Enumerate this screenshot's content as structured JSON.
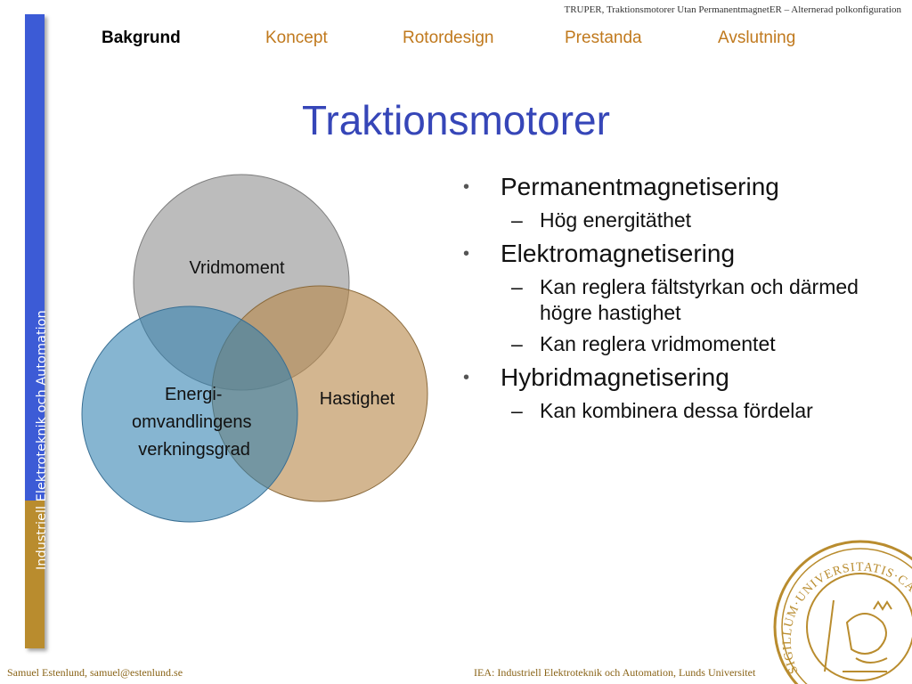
{
  "header_note": "TRUPER, Traktionsmotorer Utan PermanentmagnetER – Alternerad polkonfiguration",
  "side_label": {
    "part1": "Industriell ",
    "part2": "Elektroteknik och Automation"
  },
  "nav": {
    "tabs": [
      {
        "label": "Bakgrund",
        "active": true
      },
      {
        "label": "Koncept",
        "active": false
      },
      {
        "label": "Rotordesign",
        "active": false
      },
      {
        "label": "Prestanda",
        "active": false
      },
      {
        "label": "Avslutning",
        "active": false
      }
    ]
  },
  "title": "Traktionsmotorer",
  "venn": {
    "circles": [
      {
        "label": "Vridmoment",
        "color": "#a9a9a9"
      },
      {
        "label": "Hastighet",
        "color": "#c9a46f"
      },
      {
        "label": "Energi-omvandlingens verkningsgrad",
        "lines": [
          "Energi-",
          "omvandlingens",
          "verkningsgrad"
        ],
        "color": "#5b9bc1"
      }
    ]
  },
  "bullets": [
    {
      "text": "Permanentmagnetisering",
      "sub": [
        "Hög energitäthet"
      ]
    },
    {
      "text": "Elektromagnetisering",
      "sub": [
        "Kan reglera fältstyrkan och därmed högre hastighet",
        "Kan reglera vridmomentet"
      ]
    },
    {
      "text": "Hybridmagnetisering",
      "sub": [
        "Kan kombinera dessa fördelar"
      ]
    }
  ],
  "footer": {
    "left": "Samuel Estenlund, samuel@estenlund.se",
    "right": "IEA: Industriell Elektroteknik och Automation, Lunds Universitet"
  },
  "seal": {
    "text": "SIGILLUM·UNIVERSITATIS·CAROLINÆ·AD VT RVMQVE",
    "color": "#b98c2e"
  }
}
